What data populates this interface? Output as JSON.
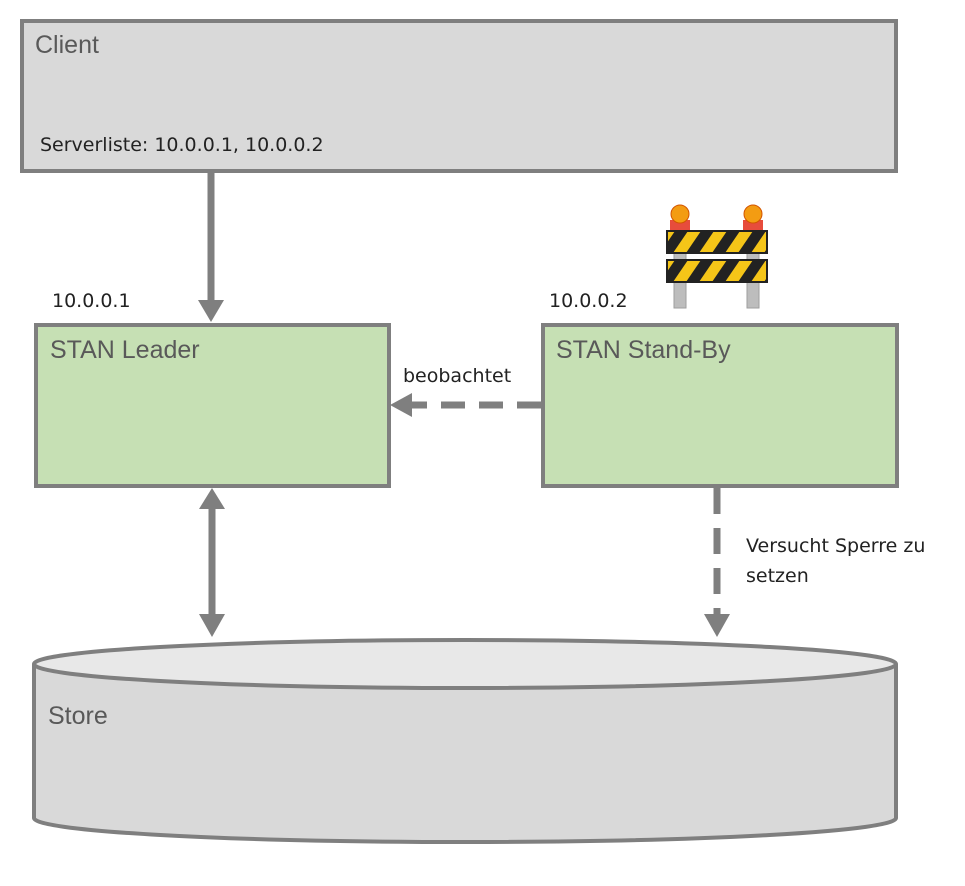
{
  "client": {
    "title": "Client",
    "server_list": "Serverliste: 10.0.0.1, 10.0.0.2"
  },
  "leader": {
    "ip": "10.0.0.1",
    "title": "STAN Leader"
  },
  "standby": {
    "ip": "10.0.0.2",
    "title": "STAN Stand-By"
  },
  "edges": {
    "observes": "beobachtet",
    "lock_line1": "Versucht Sperre zu",
    "lock_line2": "setzen"
  },
  "store": {
    "title": "Store"
  },
  "icons": {
    "barrier": "road-barrier-icon"
  },
  "colors": {
    "client_fill": "#d9d9d9",
    "node_fill": "#c6e0b4",
    "store_fill": "#d9d9d9",
    "stroke": "#7f7f7f",
    "barrier_yellow": "#f5c518",
    "barrier_black": "#222222",
    "lamp": "#f39c12"
  }
}
